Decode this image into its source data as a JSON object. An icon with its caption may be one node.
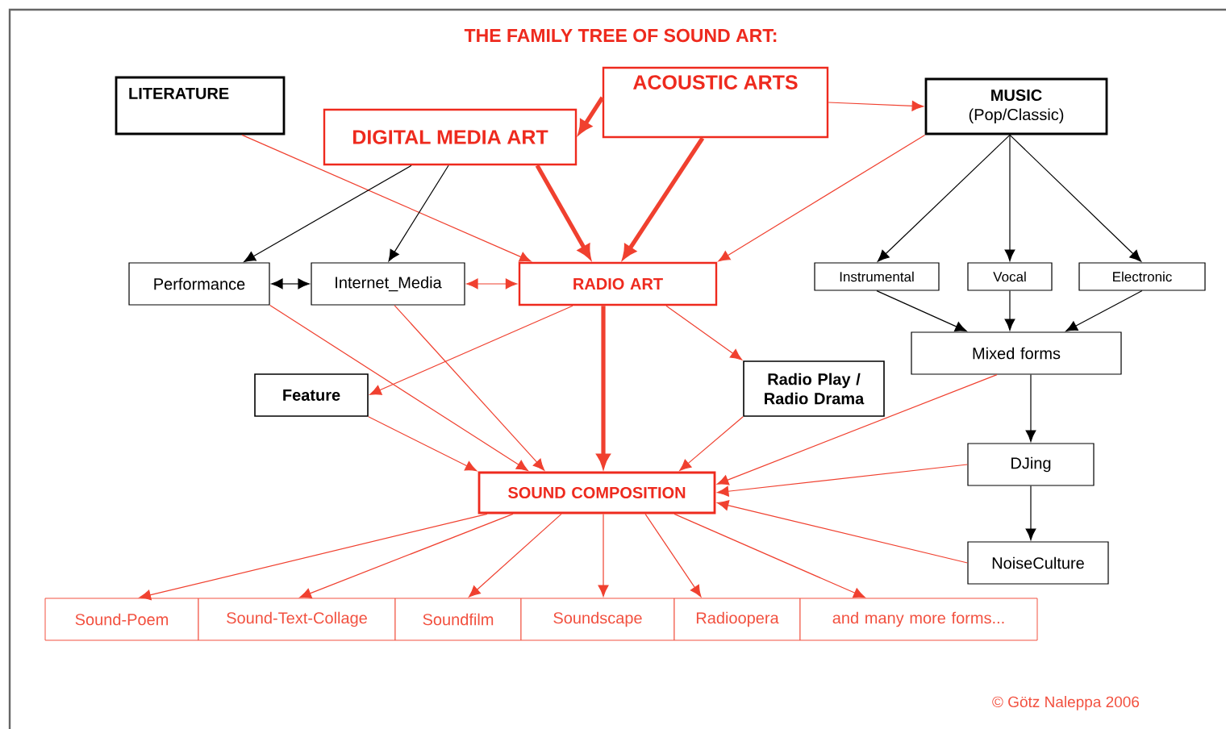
{
  "diagram": {
    "title": "THE FAMILY TREE OF SOUND ART:",
    "nodes": [
      {
        "text": [
          "LITERATURE"
        ]
      },
      {
        "text": [
          "DIGITAL MEDIA ART"
        ]
      },
      {
        "text": [
          "ACOUSTIC ARTS"
        ]
      },
      {
        "text": [
          "MUSIC",
          "(Pop/Classic)"
        ]
      },
      {
        "text": [
          "Performance"
        ]
      },
      {
        "text": [
          "Internet_Media"
        ]
      },
      {
        "text": [
          "RADIO ART"
        ]
      },
      {
        "text": [
          "Instrumental"
        ]
      },
      {
        "text": [
          "Vocal"
        ]
      },
      {
        "text": [
          "Electronic"
        ]
      },
      {
        "text": [
          "Mixed forms"
        ]
      },
      {
        "text": [
          "Feature"
        ]
      },
      {
        "text": [
          "Radio Play / Radio Drama"
        ]
      },
      {
        "text": [
          "SOUND COMPOSITION"
        ]
      },
      {
        "text": [
          "DJing"
        ]
      },
      {
        "text": [
          "NoiseCulture"
        ]
      },
      {
        "text": [
          "Sound-Poem"
        ]
      },
      {
        "text": [
          "Sound-Text-Collage"
        ]
      },
      {
        "text": [
          "Soundfilm"
        ]
      },
      {
        "text": [
          "Soundscape"
        ]
      },
      {
        "text": [
          "Radioopera"
        ]
      },
      {
        "text": [
          "and many more forms..."
        ]
      }
    ],
    "edges": [
      {
        "from": 2,
        "to": 1,
        "arrow": "to",
        "style": "thick"
      },
      {
        "from": 2,
        "to": 3,
        "arrow": "to"
      },
      {
        "from": 0,
        "to": 6,
        "arrow": "to"
      },
      {
        "from": 1,
        "to": 4,
        "arrow": "to",
        "color": "#000000"
      },
      {
        "from": 1,
        "to": 5,
        "arrow": "to",
        "color": "#000000"
      },
      {
        "from": 1,
        "to": 6,
        "arrow": "to",
        "style": "thick"
      },
      {
        "from": 2,
        "to": 6,
        "arrow": "to",
        "style": "thick"
      },
      {
        "from": 3,
        "to": 6,
        "arrow": "to"
      },
      {
        "from": 4,
        "to": 5,
        "arrow": "both",
        "color": "#000000"
      },
      {
        "from": 5,
        "to": 6,
        "arrow": "both"
      },
      {
        "from": 3,
        "to": 7,
        "arrow": "to",
        "color": "#000000"
      },
      {
        "from": 3,
        "to": 8,
        "arrow": "to",
        "color": "#000000"
      },
      {
        "from": 3,
        "to": 9,
        "arrow": "to",
        "color": "#000000"
      },
      {
        "from": 7,
        "to": 10,
        "arrow": "to",
        "color": "#000000"
      },
      {
        "from": 8,
        "to": 10,
        "arrow": "to",
        "color": "#000000"
      },
      {
        "from": 9,
        "to": 10,
        "arrow": "to",
        "color": "#000000"
      },
      {
        "from": 6,
        "to": 11,
        "arrow": "to"
      },
      {
        "from": 6,
        "to": 12,
        "arrow": "to"
      },
      {
        "from": 6,
        "to": 13,
        "arrow": "to",
        "style": "thick"
      },
      {
        "from": 4,
        "to": 13,
        "arrow": "to"
      },
      {
        "from": 5,
        "to": 13,
        "arrow": "to"
      },
      {
        "from": 11,
        "to": 13,
        "arrow": "to"
      },
      {
        "from": 12,
        "to": 13,
        "arrow": "to"
      },
      {
        "from": 10,
        "to": 13,
        "arrow": "to"
      },
      {
        "from": 14,
        "to": 13,
        "arrow": "to"
      },
      {
        "from": 15,
        "to": 13,
        "arrow": "to"
      },
      {
        "from": 10,
        "to": 14,
        "arrow": "to",
        "color": "#000000"
      },
      {
        "from": 14,
        "to": 15,
        "arrow": "to",
        "color": "#000000"
      },
      {
        "from": 13,
        "to": 16,
        "arrow": "to"
      },
      {
        "from": 13,
        "to": 17,
        "arrow": "to"
      },
      {
        "from": 13,
        "to": 18,
        "arrow": "to"
      },
      {
        "from": 13,
        "to": 19,
        "arrow": "to"
      },
      {
        "from": 13,
        "to": 20,
        "arrow": "to"
      },
      {
        "from": 13,
        "to": 21,
        "arrow": "to"
      }
    ],
    "labels": [
      "© Götz Naleppa 2006"
    ]
  }
}
